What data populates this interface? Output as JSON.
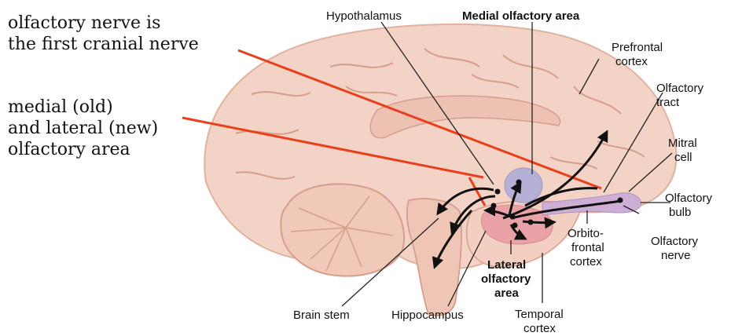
{
  "notes": {
    "line1": "olfactory nerve is",
    "line2": "the first cranial nerve",
    "line3": "medial (old)",
    "line4": "and lateral (new)",
    "line5": "olfactory area"
  },
  "labels": {
    "hypothalamus": "Hypothalamus",
    "medial_area": "Medial olfactory area",
    "prefrontal_1": "Prefrontal",
    "prefrontal_2": "cortex",
    "olf_tract_1": "Olfactory",
    "olf_tract_2": "tract",
    "mitral_1": "Mitral",
    "mitral_2": "cell",
    "olf_bulb_1": "Olfactory",
    "olf_bulb_2": "bulb",
    "olf_nerve_1": "Olfactory",
    "olf_nerve_2": "nerve",
    "orbito_1": "Orbito-",
    "orbito_2": "frontal",
    "orbito_3": "cortex",
    "lateral_1": "Lateral",
    "lateral_2": "olfactory",
    "lateral_3": "area",
    "brain_stem": "Brain stem",
    "hippocampus": "Hippocampus",
    "temporal_1": "Temporal",
    "temporal_2": "cortex"
  },
  "colors": {
    "brain_fill": "#f2d3c6",
    "brain_outline": "#e0b2a0",
    "sulcus": "#d69e8b",
    "medial_area": "#b5b0d6",
    "lateral_area": "#eaa2a6",
    "bulb": "#cdaed6",
    "annotation_line": "#e8401c",
    "arrow": "#111111"
  }
}
